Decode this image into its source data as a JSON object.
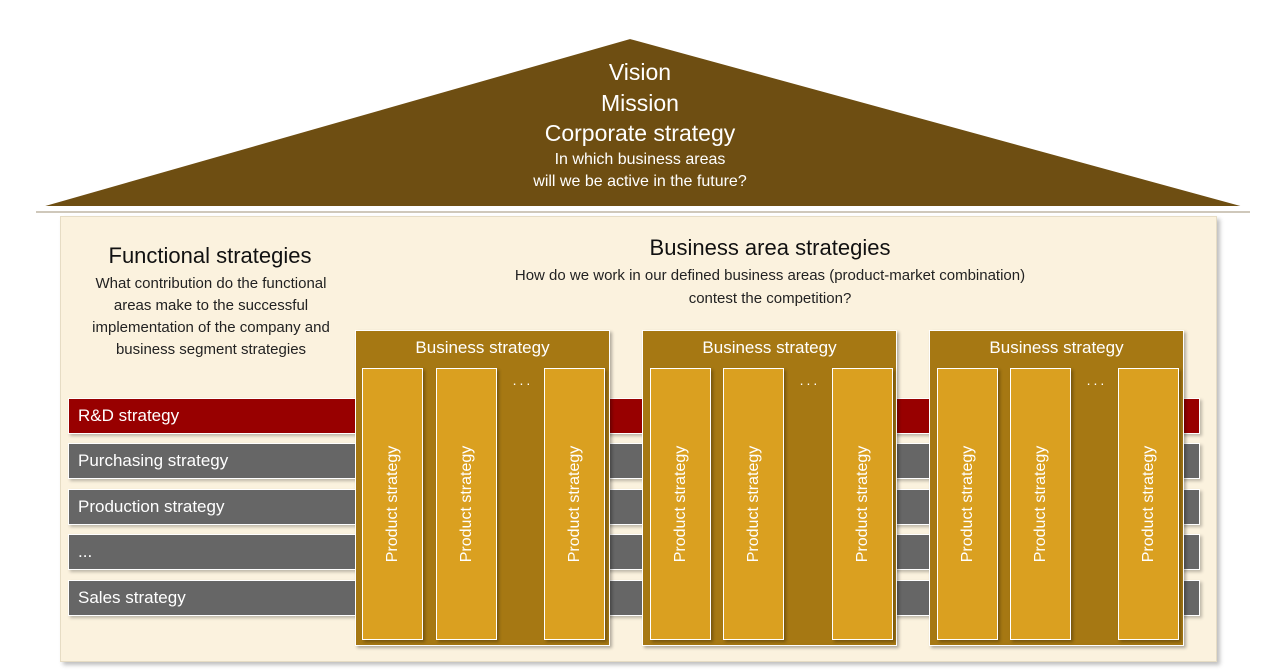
{
  "roof": {
    "lines": [
      "Vision",
      "Mission",
      "Corporate strategy"
    ],
    "question_lines": [
      "In which business areas",
      "will we be active in the future?"
    ],
    "color": "#6e4e12"
  },
  "functional": {
    "title": "Functional strategies",
    "subtitle_lines": [
      "What contribution do the functional",
      "areas make to the successful",
      "implementation of the company and",
      "business segment strategies"
    ]
  },
  "business_area": {
    "title": "Business area strategies",
    "subtitle_lines": [
      "How do we work in our defined business areas (product-market combination)",
      "contest the competition?"
    ]
  },
  "functional_rows": [
    {
      "label": "R&D strategy",
      "color": "#980000"
    },
    {
      "label": "Purchasing strategy",
      "color": "#666666"
    },
    {
      "label": "Production strategy",
      "color": "#666666"
    },
    {
      "label": "...",
      "color": "#666666"
    },
    {
      "label": "Sales strategy",
      "color": "#666666"
    }
  ],
  "business_strategies": [
    {
      "label": "Business strategy",
      "ellipsis": "...",
      "products": [
        "Product strategy",
        "Product strategy",
        "Product strategy"
      ]
    },
    {
      "label": "Business strategy",
      "ellipsis": "...",
      "products": [
        "Product strategy",
        "Product strategy",
        "Product strategy"
      ]
    },
    {
      "label": "Business strategy",
      "ellipsis": "...",
      "products": [
        "Product strategy",
        "Product strategy",
        "Product strategy"
      ]
    }
  ],
  "colors": {
    "house_background": "#fbf2de",
    "business_box": "#a67813",
    "product_column": "#daa020"
  }
}
